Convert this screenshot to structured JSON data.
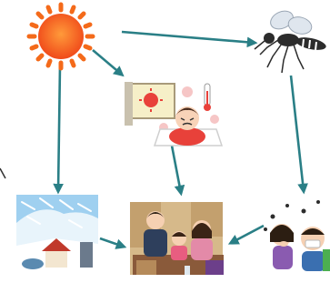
{
  "diagram": {
    "arrow_color": "#2a7f86",
    "nodes": [
      {
        "id": "sun",
        "name": "sun-icon",
        "color": "#f04a1a"
      },
      {
        "id": "mosquito",
        "name": "mosquito-icon",
        "color": "#3a3a3a"
      },
      {
        "id": "heatstroke",
        "name": "heatstroke-icon",
        "color": "#e8413a"
      },
      {
        "id": "snowstorm",
        "name": "snowstorm-house-icon",
        "color": "#5aa8d8"
      },
      {
        "id": "evacuation",
        "name": "evacuation-family-icon",
        "color": "#c7a46a"
      },
      {
        "id": "infection",
        "name": "sick-people-icon",
        "color": "#8a5bb0"
      }
    ],
    "edges": [
      {
        "from": "sun",
        "to": "mosquito"
      },
      {
        "from": "sun",
        "to": "heatstroke"
      },
      {
        "from": "sun",
        "to": "snowstorm"
      },
      {
        "from": "heatstroke",
        "to": "evacuation"
      },
      {
        "from": "mosquito",
        "to": "infection"
      },
      {
        "from": "snowstorm",
        "to": "evacuation"
      },
      {
        "from": "infection",
        "to": "evacuation"
      }
    ]
  }
}
